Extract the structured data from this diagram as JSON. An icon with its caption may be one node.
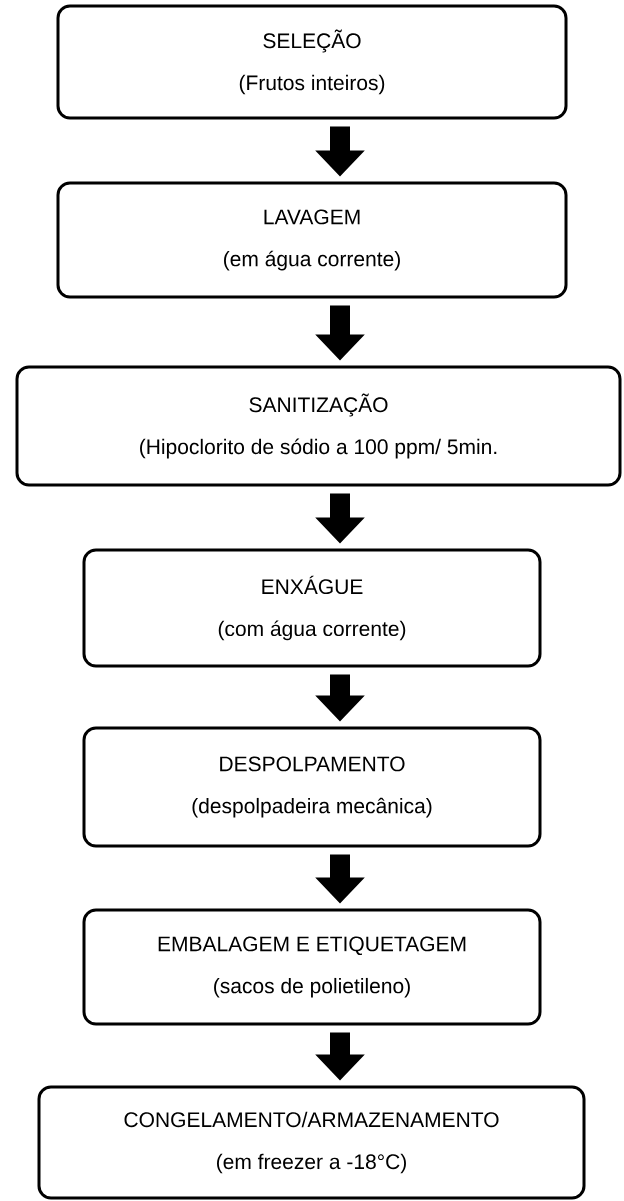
{
  "diagram": {
    "nodes": [
      {
        "text": [
          "SELEÇÃO",
          "(Frutos inteiros)"
        ]
      },
      {
        "text": [
          "LAVAGEM",
          "(em água corrente)"
        ]
      },
      {
        "text": [
          "SANITIZAÇÃO",
          "(Hipoclorito de sódio a 100 ppm/ 5min."
        ]
      },
      {
        "text": [
          "ENXÁGUE",
          "(com água corrente)"
        ]
      },
      {
        "text": [
          "DESPOLPAMENTO",
          "(despolpadeira mecânica)"
        ]
      },
      {
        "text": [
          "EMBALAGEM E ETIQUETAGEM",
          "(sacos de polietileno)"
        ]
      },
      {
        "text": [
          "CONGELAMENTO/ARMAZENAMENTO",
          "(em freezer a -18°C)"
        ]
      }
    ],
    "edges": [
      {
        "from": 0,
        "to": 1,
        "arrow": "to"
      },
      {
        "from": 1,
        "to": 2,
        "arrow": "to"
      },
      {
        "from": 2,
        "to": 3,
        "arrow": "to"
      },
      {
        "from": 3,
        "to": 4,
        "arrow": "to"
      },
      {
        "from": 4,
        "to": 5,
        "arrow": "to"
      },
      {
        "from": 5,
        "to": 6,
        "arrow": "to"
      }
    ]
  }
}
